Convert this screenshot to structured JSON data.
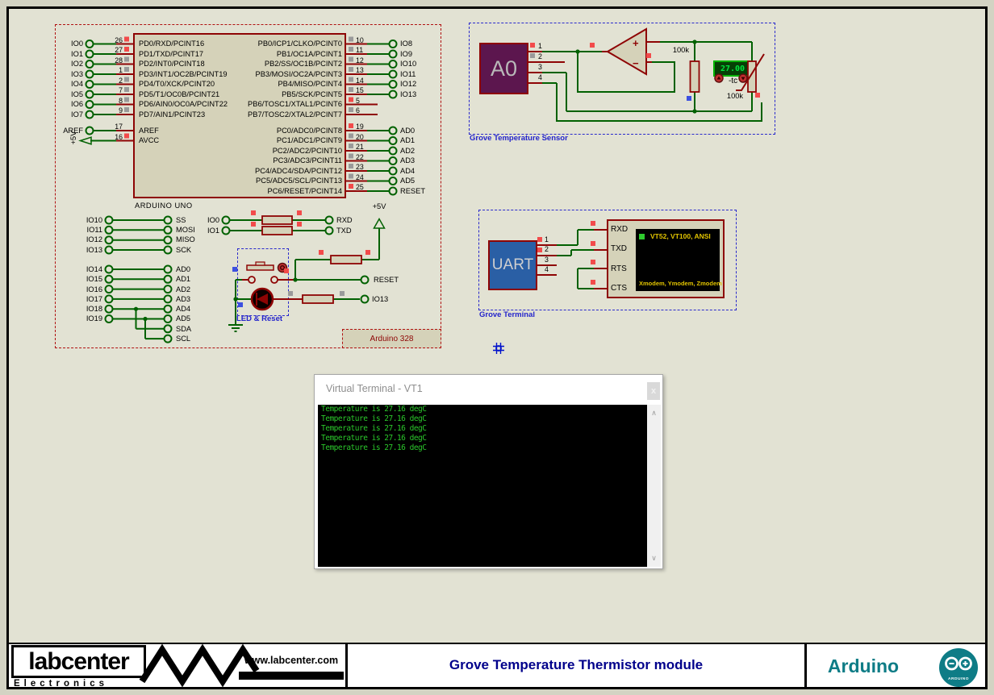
{
  "colors": {
    "sheet_bg": "#e2e2d3",
    "outer_bg": "#d3d3c3",
    "wire_green": "#016101",
    "wire_red": "#8e0404",
    "chip_fill": "#d5d2b9",
    "region_dash_red": "#b01010",
    "annotation_blue": "#2424cc",
    "square_red": "#f24b4b",
    "square_gray": "#9a9a9a",
    "square_blue": "#3c50e0",
    "a0_purple": "#5c164e",
    "uart_blue": "#2a5fa5",
    "display_green": "#00e53e",
    "terminal_text_green": "#2bc82b",
    "screen_yellow": "#e2c400",
    "title_navy": "#00008b",
    "arduino_teal": "#0e7c86"
  },
  "arduino_module": {
    "region_tag": "Arduino 328",
    "chip_name": "ARDUINO UNO",
    "power_label": "+5V",
    "avcc_power_label": "+5V",
    "left_pins": [
      {
        "term": "IO0",
        "num": "26",
        "sq": "red",
        "label": "PD0/RXD/PCINT16"
      },
      {
        "term": "IO1",
        "num": "27",
        "sq": "red",
        "label": "PD1/TXD/PCINT17"
      },
      {
        "term": "IO2",
        "num": "28",
        "sq": "gray",
        "label": "PD2/INT0/PCINT18"
      },
      {
        "term": "IO3",
        "num": "1",
        "sq": "gray",
        "label": "PD3/INT1/OC2B/PCINT19"
      },
      {
        "term": "IO4",
        "num": "2",
        "sq": "gray",
        "label": "PD4/T0/XCK/PCINT20"
      },
      {
        "term": "IO5",
        "num": "7",
        "sq": "gray",
        "label": "PD5/T1/OC0B/PCINT21"
      },
      {
        "term": "IO6",
        "num": "8",
        "sq": "gray",
        "label": "PD6/AIN0/OC0A/PCINT22"
      },
      {
        "term": "IO7",
        "num": "9",
        "sq": "gray",
        "label": "PD7/AIN1/PCINT23"
      }
    ],
    "aref": {
      "term": "AREF",
      "num": "17",
      "label": "AREF"
    },
    "avcc": {
      "num": "16",
      "label": "AVCC"
    },
    "pb_pins": [
      {
        "num": "10",
        "sq": "gray",
        "label": "PB0/ICP1/CLKO/PCINT0",
        "term": "IO8"
      },
      {
        "num": "11",
        "sq": "gray",
        "label": "PB1/OC1A/PCINT1",
        "term": "IO9"
      },
      {
        "num": "12",
        "sq": "gray",
        "label": "PB2/SS/OC1B/PCINT2",
        "term": "IO10"
      },
      {
        "num": "13",
        "sq": "gray",
        "label": "PB3/MOSI/OC2A/PCINT3",
        "term": "IO11"
      },
      {
        "num": "14",
        "sq": "gray",
        "label": "PB4/MISO/PCINT4",
        "term": "IO12"
      },
      {
        "num": "15",
        "sq": "gray",
        "label": "PB5/SCK/PCINT5",
        "term": "IO13"
      },
      {
        "num": "5",
        "sq": "red",
        "label": "PB6/TOSC1/XTAL1/PCINT6",
        "term": ""
      },
      {
        "num": "6",
        "sq": "gray",
        "label": "PB7/TOSC2/XTAL2/PCINT7",
        "term": ""
      }
    ],
    "pc_pins": [
      {
        "num": "19",
        "sq": "red",
        "label": "PC0/ADC0/PCINT8",
        "term": "AD0"
      },
      {
        "num": "20",
        "sq": "gray",
        "label": "PC1/ADC1/PCINT9",
        "term": "AD1"
      },
      {
        "num": "21",
        "sq": "gray",
        "label": "PC2/ADC2/PCINT10",
        "term": "AD2"
      },
      {
        "num": "22",
        "sq": "gray",
        "label": "PC3/ADC3/PCINT11",
        "term": "AD3"
      },
      {
        "num": "23",
        "sq": "gray",
        "label": "PC4/ADC4/SDA/PCINT12",
        "term": "AD4"
      },
      {
        "num": "24",
        "sq": "gray",
        "label": "PC5/ADC5/SCL/PCINT13",
        "term": "AD5"
      },
      {
        "num": "25",
        "sq": "red",
        "label": "PC6/RESET/PCINT14",
        "term": "RESET"
      }
    ],
    "spi": {
      "left": [
        "IO10",
        "IO11",
        "IO12",
        "IO13"
      ],
      "right": [
        "SS",
        "MOSI",
        "MISO",
        "SCK"
      ]
    },
    "analog": {
      "left": [
        "IO14",
        "IO15",
        "IO16",
        "IO17",
        "IO18",
        "IO19"
      ],
      "right": [
        "AD0",
        "AD1",
        "AD2",
        "AD3",
        "AD4",
        "AD5",
        "SDA",
        "SCL"
      ]
    },
    "serial": {
      "left": [
        "IO0",
        "IO1"
      ],
      "right": [
        "RXD",
        "TXD"
      ]
    },
    "led_reset": {
      "label": "LED & Reset",
      "reset": "RESET",
      "io13": "IO13"
    }
  },
  "grove_sensor": {
    "label": "Grove Temperature Sensor",
    "module": "A0",
    "pins": [
      "1",
      "2",
      "3",
      "4"
    ],
    "opamp": {
      "plus": "+",
      "minus": "−"
    },
    "r1_label": "100k",
    "thermistor": {
      "display": "27.00",
      "tc_label": "-tc",
      "value_label": "100k"
    }
  },
  "grove_terminal": {
    "label": "Grove Terminal",
    "module": "UART",
    "pins": [
      "1",
      "2",
      "3",
      "4"
    ],
    "vt_pins": [
      "RXD",
      "TXD",
      "RTS",
      "CTS"
    ],
    "screen_top": "VT52, VT100, ANSI",
    "screen_bottom": "Xmodem, Ymodem, Zmodem"
  },
  "vt_window": {
    "title": "Virtual Terminal - VT1",
    "close_icon": "x",
    "scroll_up_icon": "∧",
    "scroll_down_icon": "∨",
    "lines": [
      "Temperature is 27.16 degC",
      "Temperature is 27.16 degC",
      "Temperature is 27.16 degC",
      "Temperature is 27.16 degC",
      "Temperature is 27.16 degC"
    ]
  },
  "footer": {
    "brand": "labcenter",
    "brand_sub": "Electronics",
    "website": "www.labcenter.com",
    "doc_title": "Grove Temperature Thermistor module",
    "client_name": "Arduino",
    "client_logo_text": "ARDUINO"
  }
}
